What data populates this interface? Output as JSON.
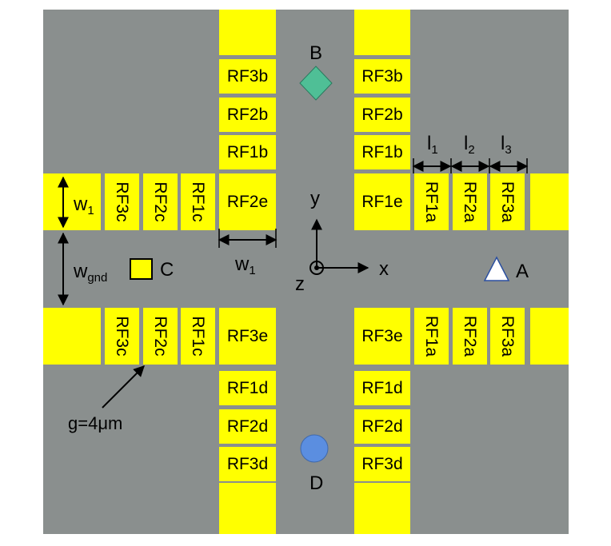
{
  "colors": {
    "substrate": "#8a8f8e",
    "electrode": "#ffff00",
    "electrode_edge": "#c9c300",
    "site_B": "#4fbf96",
    "site_C": "#ffff00",
    "site_D": "#5b8ee0",
    "site_A": "#ffffff",
    "ink": "#000000"
  },
  "pads": {
    "top_left": [
      "RF3b",
      "RF2b",
      "RF1b",
      "RF2e"
    ],
    "top_right": [
      "RF3b",
      "RF2b",
      "RF1b",
      "RF1e"
    ],
    "bottom_left": [
      "RF3e",
      "RF1d",
      "RF2d",
      "RF3d"
    ],
    "bottom_right": [
      "RF3e",
      "RF1d",
      "RF2d",
      "RF3d"
    ],
    "left_top": [
      "RF3c",
      "RF2c",
      "RF1c"
    ],
    "left_bottom": [
      "RF3c",
      "RF2c",
      "RF1c"
    ],
    "right_top": [
      "RF1a",
      "RF2a",
      "RF3a"
    ],
    "right_bottom": [
      "RF1a",
      "RF2a",
      "RF3a"
    ]
  },
  "sites": {
    "A": "A",
    "B": "B",
    "C": "C",
    "D": "D"
  },
  "axes": {
    "x": "x",
    "y": "y",
    "z": "z"
  },
  "dimensions": {
    "w1_left": {
      "main": "w",
      "sub": "1"
    },
    "w1_center": {
      "main": "w",
      "sub": "1"
    },
    "wgnd": {
      "main": "w",
      "sub": "gnd"
    },
    "l1": {
      "main": "l",
      "sub": "1"
    },
    "l2": {
      "main": "l",
      "sub": "2"
    },
    "l3": {
      "main": "l",
      "sub": "3"
    },
    "gap": "g=4μm"
  }
}
